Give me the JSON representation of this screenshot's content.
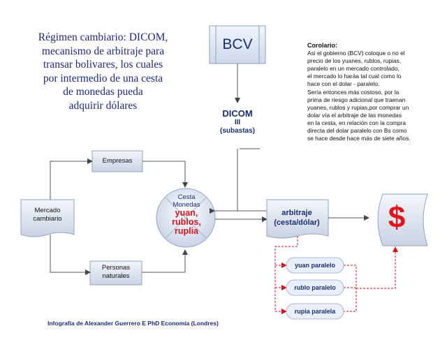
{
  "title_lines": [
    "Régimen cambiario: DICOM,",
    "mecanismo de arbitraje para",
    "transar bolivares, los cuales",
    "por intermedio de una cesta",
    "de monedas pueda",
    "adquirir dólares"
  ],
  "corolario": {
    "heading": "Corolario:",
    "lines": [
      "Asi el gobierno (BCV) coloque o no el",
      "precio de los yuanes, rublos, rupias,",
      "paralelo en un mercado controlado,",
      "el mercado lo haráa tal cual como lo",
      "hace con el dolar - paralelo.",
      "Sería entonces más costoso, por la",
      "prima de riesgo adicional que traenan",
      "yuanes, rublos y rupias,por comprar un",
      "dolar vía el arbitraje de las monedas",
      "en la cesta, en relación con la compra",
      "directa del dolar paralelo con Bs como",
      "se hace desde hace más de siete años."
    ]
  },
  "nodes": {
    "bcv": "BCV",
    "dicom": {
      "name": "DICOM",
      "roman": "III",
      "sub": "(subastas)"
    },
    "empresas": "Empresas",
    "mercado": [
      "Mercado",
      "cambiario"
    ],
    "personas": [
      "Personas",
      "naturales"
    ],
    "cesta": {
      "label_lines": [
        "Cesta",
        "Monedas"
      ],
      "currencies": [
        "yuan,",
        "rublos,",
        "ruplia"
      ]
    },
    "arbitraje": [
      "arbitraje",
      "(cesta/dólar)"
    ],
    "dollar": "$",
    "paralelos": [
      "yuan paralelo",
      "rublo paralelo",
      "rupia paralela"
    ]
  },
  "colors": {
    "accent_blue": "#1a2f6e",
    "title_blue": "#1f2a7a",
    "box_fill_light": "#eef2f8",
    "box_fill_dark": "#cfd8e6",
    "red": "#d9121b",
    "pill_fill": "#eaf0fb",
    "line": "#555555"
  },
  "footer": "Infografía de Alexander Guerrero E PhD Economía (Londres)"
}
